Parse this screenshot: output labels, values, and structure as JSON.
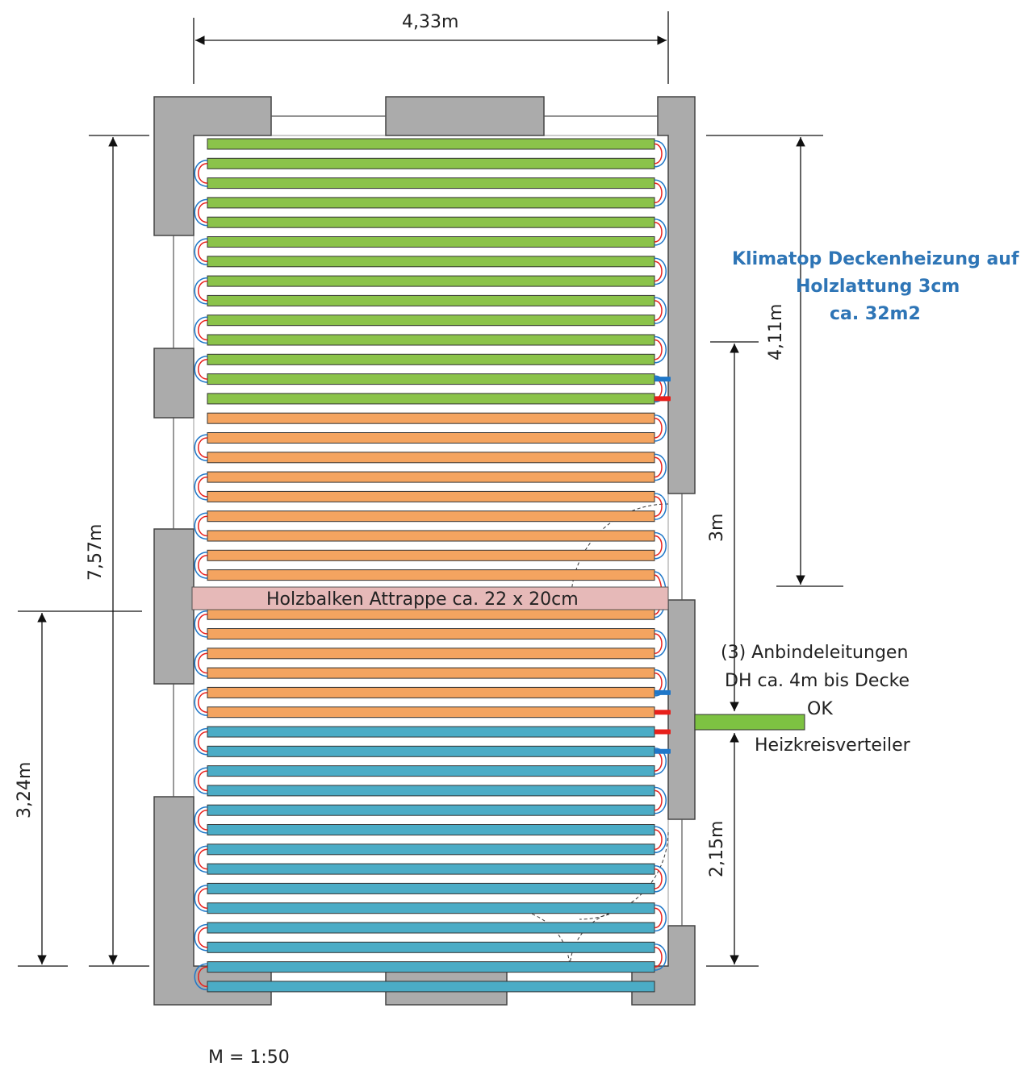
{
  "dimensions": {
    "width": "4,33m",
    "height_total": "7,57m",
    "height_lower": "3,24m",
    "right_upper": "4,11m",
    "right_middle": "3m",
    "right_lower": "2,15m"
  },
  "annotations": {
    "system_line1": "Klimatop Deckenheizung  auf",
    "system_line2": "Holzlattung 3cm",
    "system_line3": "ca. 32m2",
    "beam_label": "Holzbalken Attrappe ca. 22 x 20cm",
    "supply_line1": "(3) Anbindeleitungen",
    "supply_line2": "DH ca. 4m bis Decke",
    "supply_line3": "OK",
    "distributor": "Heizkreisverteiler",
    "scale": "M = 1:50"
  },
  "circuits": [
    {
      "zone": "upper",
      "color": "#8BC34A",
      "panels": 14
    },
    {
      "zone": "middle",
      "color": "#F4A460",
      "panels": 15
    },
    {
      "zone": "lower",
      "color": "#4BACC6",
      "panels": 14
    }
  ],
  "colors": {
    "wall": "#ABABAB",
    "supply": "#E8201B",
    "return": "#1F77C8",
    "beam": "#E6B9B8",
    "distributor": "#7DC242"
  }
}
